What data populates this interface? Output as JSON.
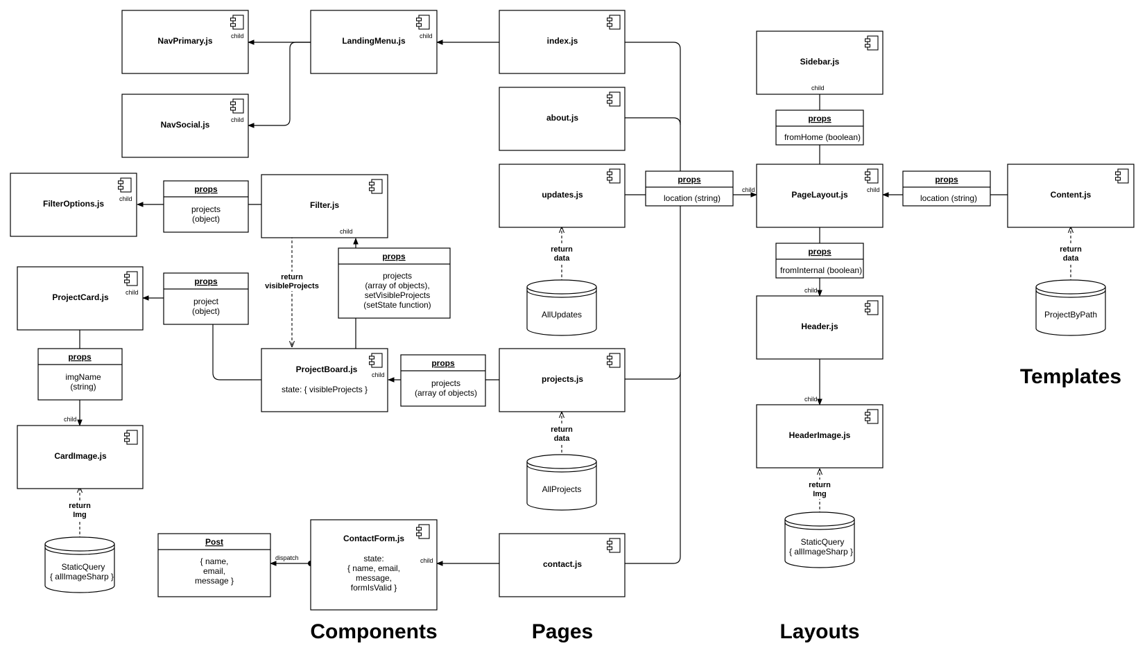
{
  "components": {
    "navprimary": {
      "title": "NavPrimary.js",
      "child": "child"
    },
    "landingmenu": {
      "title": "LandingMenu.js",
      "child": "child"
    },
    "navsocial": {
      "title": "NavSocial.js",
      "child": "child"
    },
    "filteroptions": {
      "title": "FilterOptions.js",
      "child": "child"
    },
    "filter": {
      "title": "Filter.js",
      "child": "child"
    },
    "projectcard": {
      "title": "ProjectCard.js",
      "child": "child"
    },
    "projectboard": {
      "title": "ProjectBoard.js",
      "state": "state: { visibleProjects }",
      "child": "child"
    },
    "cardimage": {
      "title": "CardImage.js",
      "child": "child"
    },
    "contactform": {
      "title": "ContactForm.js",
      "state": [
        "state:",
        "{ name, email,",
        "message,",
        "formIsValid }"
      ],
      "child": "child"
    }
  },
  "pages": {
    "index": {
      "title": "index.js"
    },
    "about": {
      "title": "about.js"
    },
    "updates": {
      "title": "updates.js"
    },
    "projects": {
      "title": "projects.js"
    },
    "contact": {
      "title": "contact.js"
    }
  },
  "layouts": {
    "sidebar": {
      "title": "Sidebar.js",
      "child": "child"
    },
    "pagelayout": {
      "title": "PageLayout.js",
      "child": "child",
      "child_in": "child"
    },
    "header": {
      "title": "Header.js",
      "child": "child"
    },
    "headerimage": {
      "title": "HeaderImage.js",
      "child": "child"
    }
  },
  "templates": {
    "content": {
      "title": "Content.js"
    }
  },
  "props": {
    "filteroptions": {
      "header": "props",
      "lines": [
        "projects",
        "(object)"
      ]
    },
    "projectcard": {
      "header": "props",
      "lines": [
        "project",
        "(object)"
      ]
    },
    "filter_child": {
      "header": "props",
      "lines": [
        "projects",
        "(array of objects),",
        "setVisibleProjects",
        "(setState function)"
      ]
    },
    "cardimage": {
      "header": "props",
      "lines": [
        "imgName",
        "(string)"
      ]
    },
    "projectboard": {
      "header": "props",
      "lines": [
        "projects",
        "(array of objects)"
      ]
    },
    "pagelayout_pages": {
      "header": "props",
      "lines": [
        "location (string)"
      ]
    },
    "sidebar": {
      "header": "props",
      "lines": [
        "fromHome (boolean)"
      ]
    },
    "header": {
      "header": "props",
      "lines": [
        "fromInternal (boolean)"
      ]
    },
    "content": {
      "header": "props",
      "lines": [
        "location (string)"
      ]
    },
    "post": {
      "header": "Post",
      "lines": [
        "{ name,",
        "email,",
        "message }"
      ]
    }
  },
  "databases": {
    "allupdates": "AllUpdates",
    "allprojects": "AllProjects",
    "staticquery_card": [
      "StaticQuery",
      "{ allImageSharp }"
    ],
    "staticquery_header": [
      "StaticQuery",
      "{ allImageSharp }"
    ],
    "projectbypath": "ProjectByPath"
  },
  "labels": {
    "return_visible": [
      "return",
      "visibleProjects"
    ],
    "return_data": [
      "return",
      "data"
    ],
    "return_img": [
      "return",
      "Img"
    ],
    "dispatch": "dispatch",
    "child": "child"
  },
  "sections": {
    "components": "Components",
    "pages": "Pages",
    "layouts": "Layouts",
    "templates": "Templates"
  }
}
